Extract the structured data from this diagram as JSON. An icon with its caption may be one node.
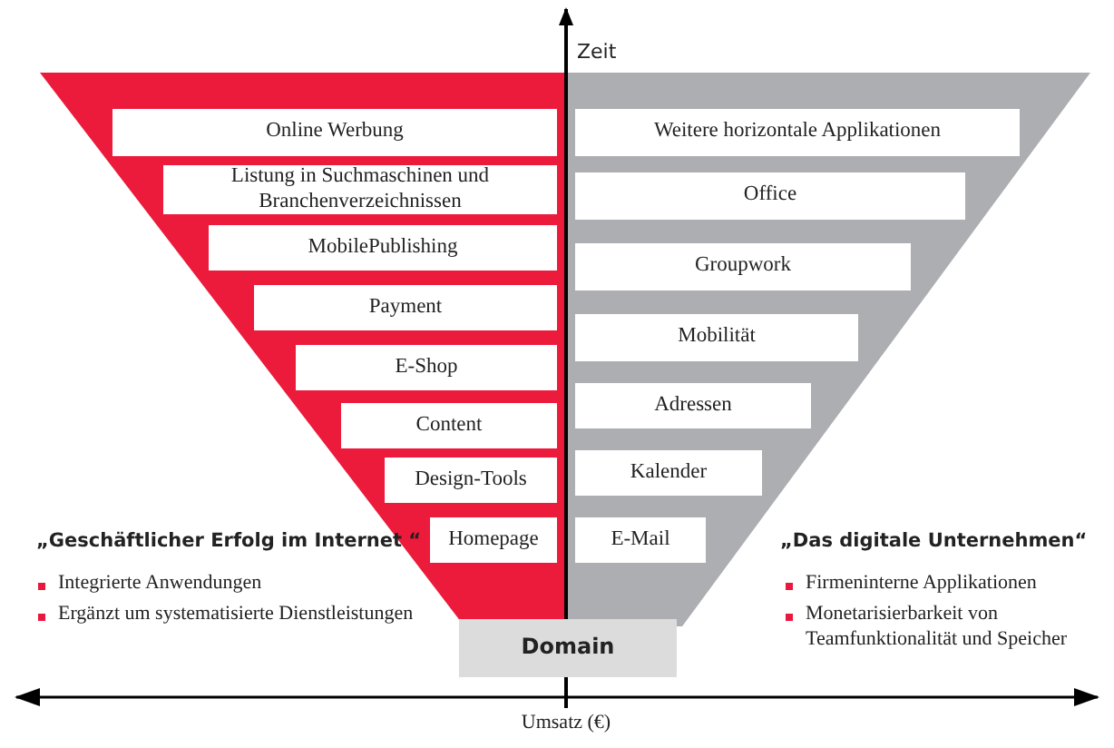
{
  "diagram": {
    "nodes": [
      {
        "text": [
          "Online Werbung"
        ]
      },
      {
        "text": [
          "Listung in Suchmaschinen und Branchenverzeichnissen"
        ]
      },
      {
        "text": [
          "MobilePublishing"
        ]
      },
      {
        "text": [
          "Payment"
        ]
      },
      {
        "text": [
          "E-Shop"
        ]
      },
      {
        "text": [
          "Content"
        ]
      },
      {
        "text": [
          "Design-Tools"
        ]
      },
      {
        "text": [
          "Homepage"
        ]
      },
      {
        "text": [
          "Weitere horizontale Applikationen"
        ]
      },
      {
        "text": [
          "Office"
        ]
      },
      {
        "text": [
          "Groupwork"
        ]
      },
      {
        "text": [
          "Mobilität"
        ]
      },
      {
        "text": [
          "Adressen"
        ]
      },
      {
        "text": [
          "Kalender"
        ]
      },
      {
        "text": [
          "E-Mail"
        ]
      },
      {
        "text": [
          "Domain"
        ]
      }
    ],
    "edges": [],
    "labels": [
      "Zeit",
      "„Geschäftlicher Erfolg im Internet “",
      "Integrierte Anwendungen",
      "Ergänzt um systematisierte Dienstleistungen",
      "„Das digitale Unternehmen“",
      "Firmeninterne Applikationen",
      "Monetarisierbarkeit von Teamfunktionalität und Speicher",
      "Umsatz (€)"
    ]
  }
}
